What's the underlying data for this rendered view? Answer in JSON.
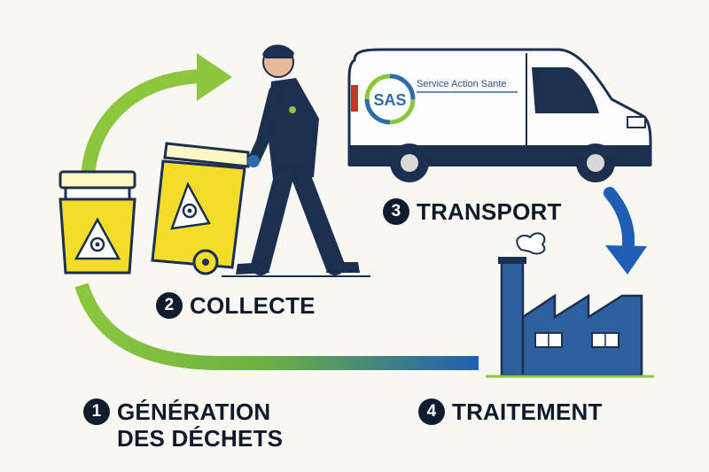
{
  "van": {
    "logo_text": "SAS",
    "company_name": "Service Action Sante"
  },
  "steps": [
    {
      "number": "1",
      "line1": "GÉNÉRATION",
      "line2": "DES DÉCHETS"
    },
    {
      "number": "2",
      "label": "COLLECTE"
    },
    {
      "number": "3",
      "label": "TRANSPORT"
    },
    {
      "number": "4",
      "label": "TRAITEMENT"
    }
  ],
  "colors": {
    "green_arrow": "#8cc63f",
    "blue_arrow": "#1e5fb4",
    "bin_yellow": "#f3dd2a",
    "navy": "#1b2f4f",
    "factory_blue": "#2e5f9e",
    "text_dark": "#111c2d"
  },
  "icons": [
    "biohazard-icon",
    "recycle-icon",
    "van-icon",
    "factory-icon",
    "worker-icon",
    "arrow-icon"
  ]
}
